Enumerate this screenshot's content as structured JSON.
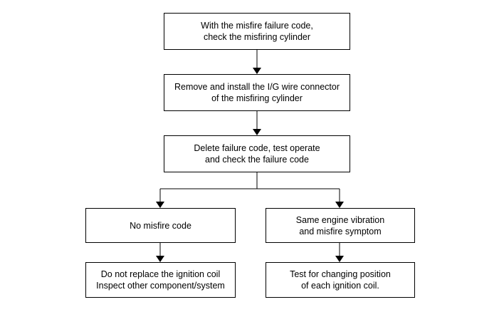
{
  "flowchart": {
    "steps": [
      {
        "id": "check-cylinder",
        "lines": [
          "With the misfire failure code,",
          "check the misfiring cylinder"
        ]
      },
      {
        "id": "reinstall-connector",
        "lines": [
          "Remove and install the I/G wire connector",
          "of the misfiring cylinder"
        ]
      },
      {
        "id": "delete-code",
        "lines": [
          "Delete failure code, test operate",
          "and check the  failure code"
        ]
      },
      {
        "id": "no-misfire",
        "lines": [
          "No misfire code"
        ]
      },
      {
        "id": "same-symptom",
        "lines": [
          "Same engine vibration",
          "and misfire symptom"
        ]
      },
      {
        "id": "inspect-other",
        "lines": [
          "Do not replace the ignition coil",
          "Inspect other component/system"
        ]
      },
      {
        "id": "test-coil-position",
        "lines": [
          "Test for changing position",
          "of each ignition coil."
        ]
      }
    ]
  }
}
